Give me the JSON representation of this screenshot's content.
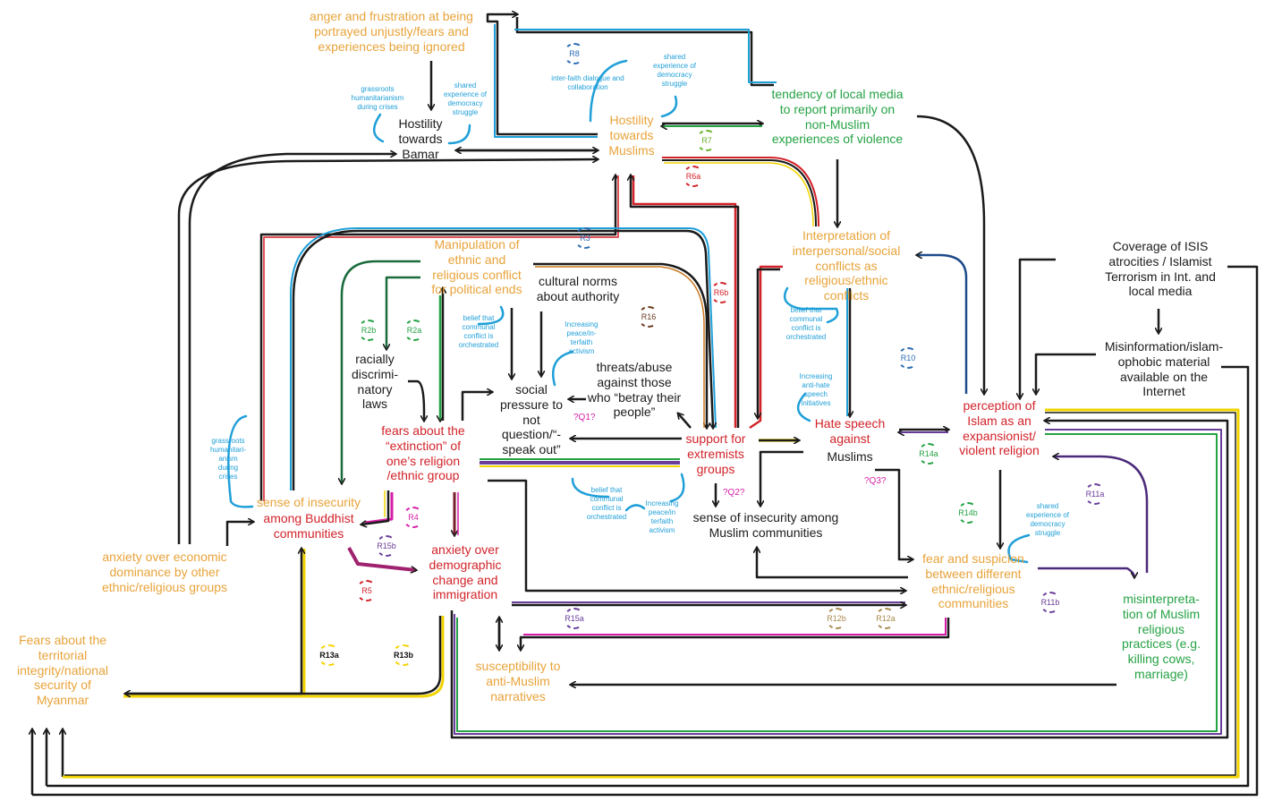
{
  "nodes": {
    "anger": "anger and frustration at being\nportrayed unjustly/fears and\nexperiences being ignored",
    "hostility_bamar": "Hostility\ntowards\nBamar",
    "hostility_muslims": "Hostility\ntowards\nMuslims",
    "local_media": "tendency of local media\nto report primarily on\nnon-Muslim\nexperiences of  violence",
    "manipulation": "Manipulation of\nethnic and\nreligious conflict\nfor political ends",
    "cultural_norms": "cultural norms\nabout authority",
    "interpretation": "Interpretation of\ninterpersonal/social\nconflicts as\nreligious/ethnic\nconflicts",
    "coverage_isis": "Coverage of ISIS\natrocities / Islamist\nTerrorism in Int. and\nlocal media",
    "misinformation": "Misinformation/islam-\nophobic material\navailable on the\nInternet",
    "racial_laws": "racially\ndiscrimi-\nnatory\nlaws",
    "threats_abuse": "threats/abuse\nagainst those\nwho “betray their\npeople”",
    "social_pressure": "social\npressure to\nnot\nquestion/“-\nspeak out”",
    "fears_extinction": "fears about the\n“extinction” of\none’s religion\n/ethnic group",
    "support_extremists": "support for\nextremists\ngroups",
    "hate_speech": "Hate speech\nagainst",
    "hate_speech_muslims": "Muslims",
    "perception_islam": "perception of\nIslam as an\nexpansionist/\nviolent religion",
    "insecurity_buddhist_1": "sense of insecurity",
    "insecurity_buddhist_2": "among Buddhist\ncommunities",
    "insecurity_muslim": "sense of insecurity among\nMuslim communities",
    "anxiety_demographic": "anxiety over\ndemographic\nchange and\nimmigration",
    "anxiety_economic": "anxiety over economic\ndominance by other\nethnic/religious groups",
    "fear_suspicion": "fear and suspicion\nbetween different\nethnic/religious\ncommunities",
    "misinterpretation": "misinterpreta-\ntion of Muslim\nreligious\npractices (e.g.\nkilling cows,\nmarriage)",
    "susceptibility": "susceptibility to\nanti-Muslim\nnarratives",
    "fears_territorial": "Fears about the\nterritorial\nintegrity/national\nsecurity of\nMyanmar"
  },
  "notes": {
    "grassroots_1": "grassroots\nhumanitarianism\nduring crises",
    "shared_1": "shared\nexperience of\ndemocracy\nstruggle",
    "interfaith": "inter-faith dialogue and\ncollaboration",
    "shared_2": "shared\nexperience of\ndemocracy\nstruggle",
    "belief_1": "belief that\ncommunal\nconflict is\norchestrated",
    "increasing_peace_1": "Increasing\npeace/in-\nterfaith\nactivism",
    "belief_2": "belief that\ncommunal\nconflict is\norchestrated",
    "increasing_antihate": "Increasing\nanti-hate\nspeech\ninitiatives",
    "grassroots_2": "grassroots\nhumanitari-\nanism\nduring\ncrises",
    "belief_3": "belief that\ncommunal\nconflict is\norchestrated",
    "increasing_peace_2": "Increasing\npeace/in\nterfaith\nactivism",
    "shared_3": "shared\nexperience of\ndemocracy\nstruggle"
  },
  "loops": {
    "R8": "R8",
    "R7": "R7",
    "R6a": "R6a",
    "R3": "R3",
    "R6b": "R6b",
    "R16": "R16",
    "R2b": "R2b",
    "R2a": "R2a",
    "R10": "R10",
    "R14a": "R14a",
    "R4": "R4",
    "R15b": "R15b",
    "R5": "R5",
    "R14b": "R14b",
    "R11a": "R11a",
    "R11b": "R11b",
    "R15a": "R15a",
    "R12b": "R12b",
    "R12a": "R12a",
    "R13a": "R13a",
    "R13b": "R13b"
  },
  "tags": {
    "Q1": "?Q1?",
    "Q2": "?Q2?",
    "Q3": "?Q3?"
  },
  "colors": {
    "orange": "#e8a33a",
    "red": "#d2232a",
    "green": "#25a244",
    "blue": "#1f9fd8",
    "purple": "#6a3d9a",
    "magenta": "#d61ea8",
    "yellow": "#f2d400",
    "black": "#1b1b1b"
  }
}
